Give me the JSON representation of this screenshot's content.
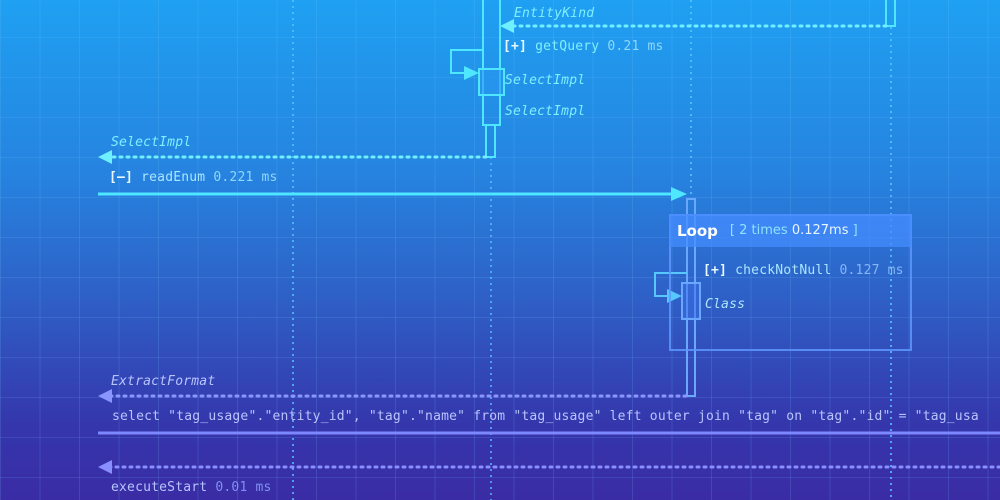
{
  "colors": {
    "background_top": "#1fa0f2",
    "background_bottom": "#3a2ca4",
    "lifeline_cyan": "#4fe6ff",
    "lifeline_violet": "#7b86ff",
    "loop_header": "#468cff"
  },
  "messages": [
    {
      "id": "entitykind-return",
      "label": "EntityKind",
      "type": "return"
    },
    {
      "id": "getquery-call",
      "toggle": "[+]",
      "name": "getQuery",
      "duration": "0.21 ms",
      "type": "self-call"
    },
    {
      "id": "selectimpl-self-return",
      "label": "SelectImpl",
      "type": "return"
    },
    {
      "id": "selectimpl-return-1",
      "label": "SelectImpl",
      "type": "return"
    },
    {
      "id": "selectimpl-return-2",
      "label": "SelectImpl",
      "type": "return"
    },
    {
      "id": "readenum-call",
      "toggle": "[–]",
      "name": "readEnum",
      "duration": "0.221 ms",
      "type": "call"
    },
    {
      "id": "checknotnull-call",
      "toggle": "[+]",
      "name": "checkNotNull",
      "duration": "0.127 ms",
      "type": "self-call"
    },
    {
      "id": "class-return",
      "label": "Class",
      "type": "return"
    },
    {
      "id": "extractformat-return",
      "label": "ExtractFormat",
      "type": "return"
    },
    {
      "id": "sql-call",
      "name": "select \"tag_usage\".\"entity_id\", \"tag\".\"name\" from \"tag_usage\" left outer join \"tag\" on \"tag\".\"id\" = \"tag_usa",
      "type": "call"
    },
    {
      "id": "executestart-call",
      "name": "executeStart",
      "duration": "0.01 ms",
      "type": "call"
    }
  ],
  "loop": {
    "title": "Loop",
    "open_bracket": "[ 2 times",
    "duration": "0.127ms",
    "close_bracket": "]"
  }
}
